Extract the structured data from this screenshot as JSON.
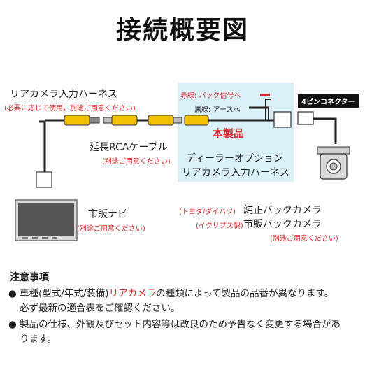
{
  "title": "接続概要図",
  "harness": {
    "label": "リアカメラ入力ハーネス",
    "note": "(必要に応じて使用，別途ご用意ください)"
  },
  "rca": {
    "label": "延長RCAケーブル",
    "note": "(別途ご用意ください)"
  },
  "product": {
    "wire_signal": "赤線: バック信号へ",
    "wire_ground": "黒線: アースへ",
    "label": "本製品",
    "name_line1": "ディーラーオプション",
    "name_line2": "リアカメラ入力ハーネス"
  },
  "connector": {
    "label": "4ピンコネクター"
  },
  "navi": {
    "label": "市販ナビ",
    "note": "(別途ご用意ください)"
  },
  "camera": {
    "brand1": "(トヨタ/ダイハツ)",
    "label1": "純正バックカメラ",
    "brand2": "(イクリプス製)",
    "label2": "市販バックカメラ",
    "note": "(別途ご用意ください)"
  },
  "notes": {
    "title": "注意事項",
    "bullet": "●",
    "n1_pre": "車種(型式/年式/装備)",
    "n1_red": "リアカメラ",
    "n1_post": "の種類によって製品の品番が異なります。",
    "n1_line2": "必ず最新の適合表をご確認ください。",
    "n2_line1": "製品の仕様、外観及びセット内容等は改良のため予告なく変更する場合があ",
    "n2_line2": "ります。"
  },
  "colors": {
    "accent_red": "#e0282a",
    "connector_yellow": "#f2c200",
    "product_bg": "#daf1fa"
  }
}
